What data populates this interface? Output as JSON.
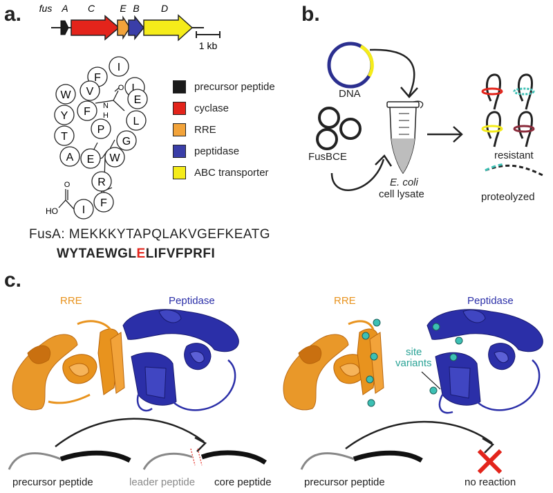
{
  "panels": {
    "a": "a.",
    "b": "b.",
    "c": "c."
  },
  "gene_cluster": {
    "labels": [
      "fus",
      "A",
      "C",
      "E",
      "B",
      "D"
    ],
    "scale_bar": "1 kb"
  },
  "legend": [
    {
      "label": "precursor peptide",
      "color": "#1a1a1a"
    },
    {
      "label": "cyclase",
      "color": "#e3241b"
    },
    {
      "label": "RRE",
      "color": "#f2a33a"
    },
    {
      "label": "peptidase",
      "color": "#3a3ea8"
    },
    {
      "label": "ABC transporter",
      "color": "#f5ec1a"
    }
  ],
  "lasso": {
    "residues": [
      "F",
      "I",
      "L",
      "E",
      "L",
      "G",
      "W",
      "V",
      "F",
      "P",
      "E",
      "Y",
      "A",
      "T",
      "R",
      "F",
      "I"
    ],
    "left_column": [
      "W",
      "Y",
      "T",
      "A"
    ],
    "amide_labels": [
      "O",
      "N",
      "H"
    ],
    "terminus": "HO",
    "terminus_o": "O"
  },
  "sequence": {
    "prefix": "FusA:",
    "leader": "MEKKKYTAPQLAKVGEFKEATG",
    "core_a": "WYTAEWGL",
    "core_highlight": "E",
    "core_b": "LIFVFPRFI"
  },
  "panel_b": {
    "dna": "DNA",
    "enzymes": "FusBCE",
    "lysate_italic": "E. coli",
    "lysate": "cell lysate",
    "resistant": "resistant",
    "proteolyzed": "proteolyzed",
    "colors": {
      "ring_blue": "#2b2f8f",
      "ring_yellow": "#f5ec1a",
      "red": "#e3241b",
      "teal": "#3cc0b4",
      "maroon": "#8a2a3a"
    }
  },
  "panel_c": {
    "rre": "RRE",
    "peptidase": "Peptidase",
    "site_variants": [
      "site",
      "variants"
    ],
    "precursor_left": "precursor peptide",
    "leader": "leader peptide",
    "core": "core peptide",
    "precursor_right": "precursor peptide",
    "no_reaction": "no reaction",
    "colors": {
      "rre": "#e8931e",
      "peptidase": "#2b2fa8",
      "teal": "#3cc0b4",
      "x": "#e3241b"
    }
  }
}
